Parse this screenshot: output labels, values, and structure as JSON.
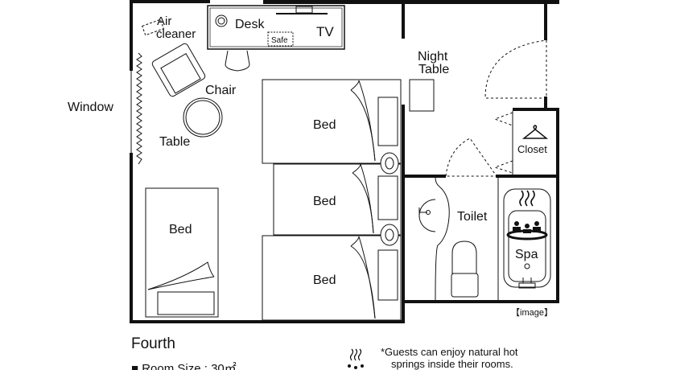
{
  "labels": {
    "window": "Window",
    "air_cleaner_1": "Air",
    "air_cleaner_2": "cleaner",
    "desk": "Desk",
    "safe": "Safe",
    "tv": "TV",
    "chair": "Chair",
    "table": "Table",
    "bed": "Bed",
    "night_table_1": "Night",
    "night_table_2": "Table",
    "closet": "Closet",
    "toilet": "Toilet",
    "spa": "Spa",
    "image_tag": "【image】"
  },
  "room": {
    "name": "Fourth",
    "size": "■ Room Size : 30㎡"
  },
  "note": {
    "line1": "*Guests can enjoy natural hot",
    "line2": "springs inside their rooms."
  }
}
